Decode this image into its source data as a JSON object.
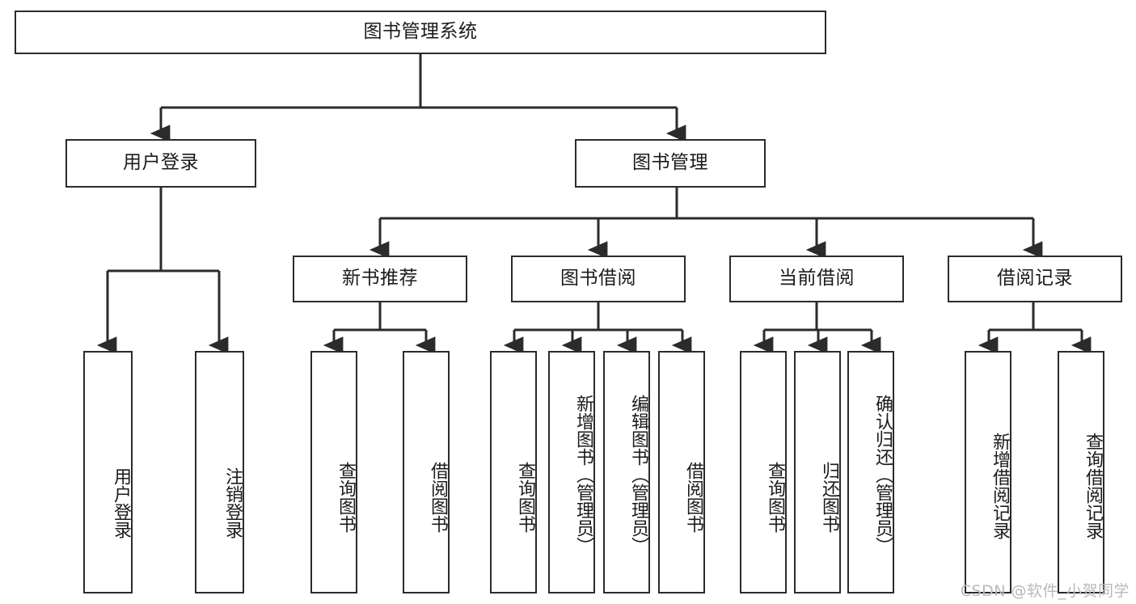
{
  "diagram": {
    "title": "图书管理系统",
    "type": "tree",
    "watermark": "CSDN @软件_小贺同学",
    "colors": {
      "box_border": "#2b2b2b",
      "box_fill": "#ffffff",
      "edge": "#2b2b2b",
      "text": "#1b1b1b",
      "watermark": "#b9b9b9"
    },
    "nodes": {
      "root": {
        "label": "图书管理系统",
        "level": 0,
        "orientation": "horizontal"
      },
      "user_login": {
        "label": "用户登录",
        "level": 1,
        "orientation": "horizontal"
      },
      "book_manage": {
        "label": "图书管理",
        "level": 1,
        "orientation": "horizontal"
      },
      "new_book_rec": {
        "label": "新书推荐",
        "level": 2,
        "orientation": "horizontal"
      },
      "book_borrow": {
        "label": "图书借阅",
        "level": 2,
        "orientation": "horizontal"
      },
      "current_borrow": {
        "label": "当前借阅",
        "level": 2,
        "orientation": "horizontal"
      },
      "borrow_record": {
        "label": "借阅记录",
        "level": 2,
        "orientation": "horizontal"
      },
      "leaf_user_login": {
        "label": "用户登录",
        "level": 3,
        "orientation": "vertical"
      },
      "leaf_logout": {
        "label": "注销登录",
        "level": 3,
        "orientation": "vertical"
      },
      "leaf_rec_query": {
        "label": "查询图书",
        "level": 3,
        "orientation": "vertical"
      },
      "leaf_rec_borrow": {
        "label": "借阅图书",
        "level": 3,
        "orientation": "vertical"
      },
      "leaf_bb_query": {
        "label": "查询图书",
        "level": 3,
        "orientation": "vertical"
      },
      "leaf_bb_add": {
        "label": "新增图书（管理员）",
        "level": 3,
        "orientation": "vertical"
      },
      "leaf_bb_edit": {
        "label": "编辑图书（管理员）",
        "level": 3,
        "orientation": "vertical"
      },
      "leaf_bb_borrow": {
        "label": "借阅图书",
        "level": 3,
        "orientation": "vertical"
      },
      "leaf_cb_query": {
        "label": "查询图书",
        "level": 3,
        "orientation": "vertical"
      },
      "leaf_cb_return": {
        "label": "归还图书",
        "level": 3,
        "orientation": "vertical"
      },
      "leaf_cb_confirm": {
        "label": "确认归还（管理员）",
        "level": 3,
        "orientation": "vertical"
      },
      "leaf_br_add": {
        "label": "新增借阅记录",
        "level": 3,
        "orientation": "vertical"
      },
      "leaf_br_query": {
        "label": "查询借阅记录",
        "level": 3,
        "orientation": "vertical"
      }
    },
    "edges": [
      {
        "from": "root",
        "to": "user_login"
      },
      {
        "from": "root",
        "to": "book_manage"
      },
      {
        "from": "user_login",
        "to": "leaf_user_login"
      },
      {
        "from": "user_login",
        "to": "leaf_logout"
      },
      {
        "from": "book_manage",
        "to": "new_book_rec"
      },
      {
        "from": "book_manage",
        "to": "book_borrow"
      },
      {
        "from": "book_manage",
        "to": "current_borrow"
      },
      {
        "from": "book_manage",
        "to": "borrow_record"
      },
      {
        "from": "new_book_rec",
        "to": "leaf_rec_query"
      },
      {
        "from": "new_book_rec",
        "to": "leaf_rec_borrow"
      },
      {
        "from": "book_borrow",
        "to": "leaf_bb_query"
      },
      {
        "from": "book_borrow",
        "to": "leaf_bb_add"
      },
      {
        "from": "book_borrow",
        "to": "leaf_bb_edit"
      },
      {
        "from": "book_borrow",
        "to": "leaf_bb_borrow"
      },
      {
        "from": "current_borrow",
        "to": "leaf_cb_query"
      },
      {
        "from": "current_borrow",
        "to": "leaf_cb_return"
      },
      {
        "from": "current_borrow",
        "to": "leaf_cb_confirm"
      },
      {
        "from": "borrow_record",
        "to": "leaf_br_add"
      },
      {
        "from": "borrow_record",
        "to": "leaf_br_query"
      }
    ]
  }
}
